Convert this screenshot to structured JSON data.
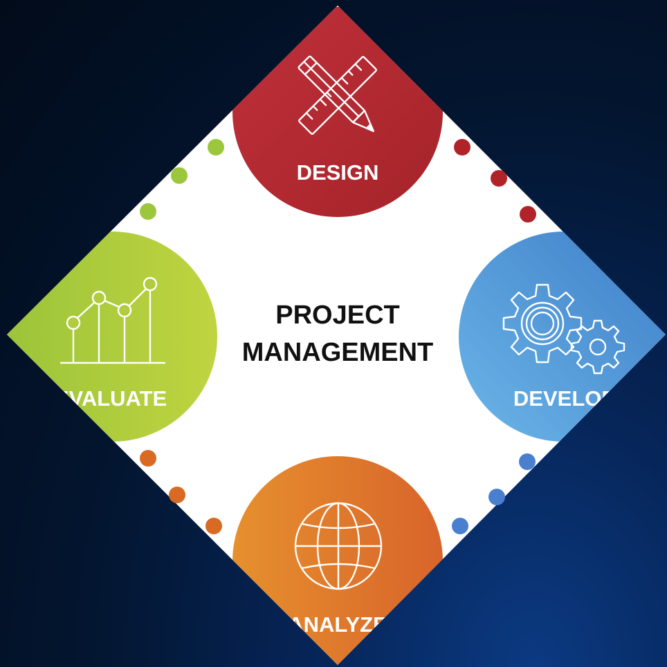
{
  "center": {
    "line1": "PROJECT",
    "line2": "MANAGEMENT"
  },
  "phases": {
    "design": {
      "label": "DESIGN",
      "icon": "pencil-ruler-icon",
      "color": "#b82a30"
    },
    "develop": {
      "label": "DEVELOP",
      "icon": "gears-icon",
      "color": "#4f94d6"
    },
    "analyze": {
      "label": "ANALYZE",
      "icon": "globe-icon",
      "color": "#e07a2c"
    },
    "evaluate": {
      "label": "EVALUATE",
      "icon": "line-chart-icon",
      "color": "#a8c83c"
    }
  },
  "colors": {
    "diamond": "#ffffff",
    "dot_green": "#9cc63c",
    "dot_red": "#b02429",
    "dot_blue": "#4a7fd0",
    "dot_orange": "#d96a23"
  }
}
